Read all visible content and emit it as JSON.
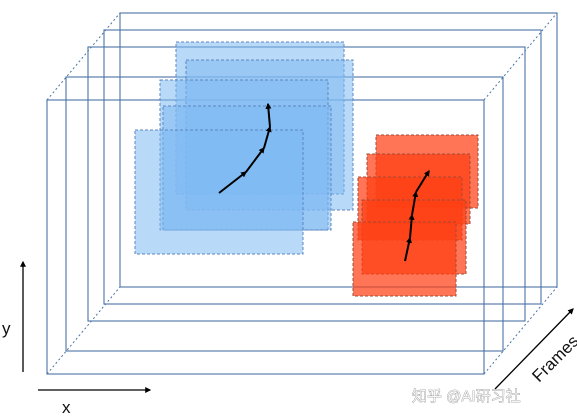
{
  "labels": {
    "x_axis": "x",
    "y_axis": "y",
    "frames_axis": "Frames"
  },
  "watermark": "知乎 @AI研习社",
  "colors": {
    "frame_outline": "#4a74a6",
    "blue_region": "#7fbaf2",
    "red_region": "#ff4014",
    "arrows": "#000000"
  }
}
